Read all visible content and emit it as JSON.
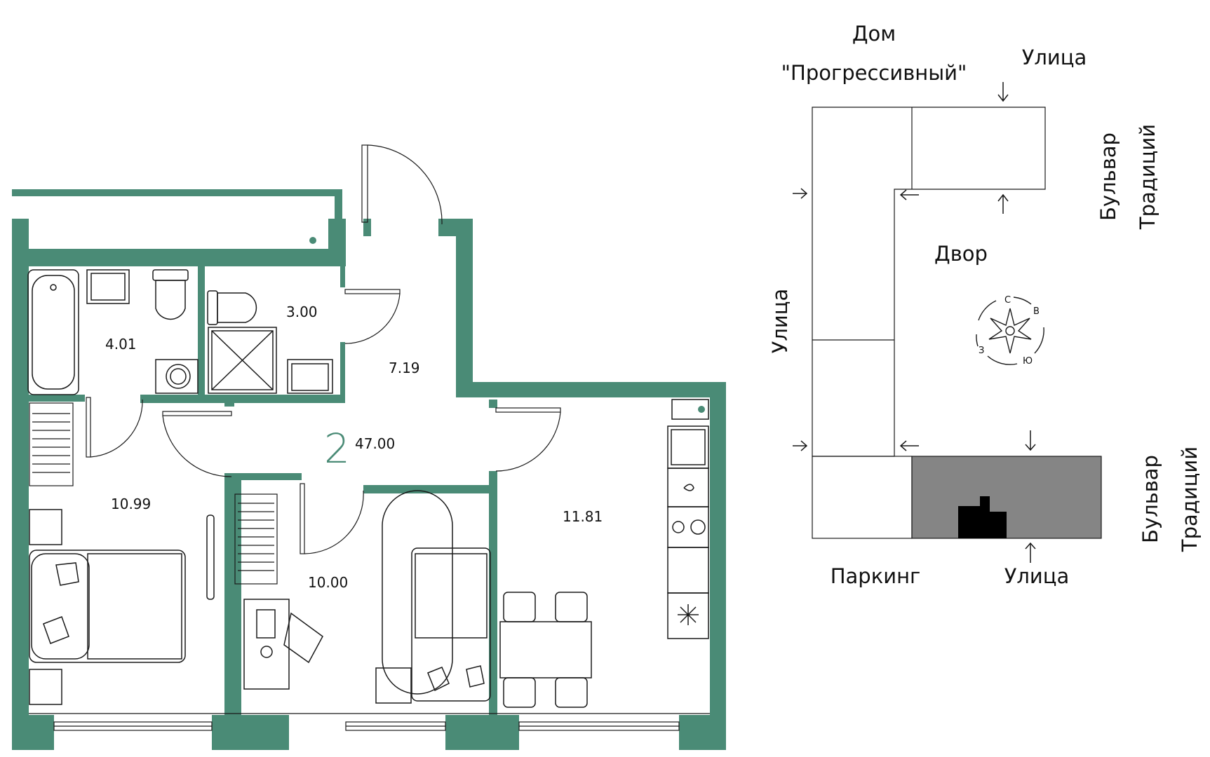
{
  "colors": {
    "wall": "#4a8b76",
    "accent": "#4a8b76",
    "parking": "#858585",
    "line": "#1a1a1a"
  },
  "floorplan": {
    "rooms_count": "2",
    "total_area": "47.00",
    "rooms": {
      "bathroom": "4.01",
      "wc": "3.00",
      "hall": "7.19",
      "bedroom_left": "10.99",
      "bedroom_middle": "10.00",
      "kitchen_living": "11.81"
    }
  },
  "site_plan": {
    "building_name": {
      "line1": "Дом",
      "line2": "\"Прогрессивный\""
    },
    "street_top": "Улица",
    "street_left": "Улица",
    "street_bottom": "Улица",
    "boulevard_top": {
      "line1": "Бульвар",
      "line2": "Традиций"
    },
    "boulevard_bottom": {
      "line1": "Бульвар",
      "line2": "Традиций"
    },
    "courtyard": "Двор",
    "parking": "Паркинг",
    "compass": {
      "north": "С",
      "east": "В",
      "south": "Ю",
      "west": "З"
    }
  }
}
